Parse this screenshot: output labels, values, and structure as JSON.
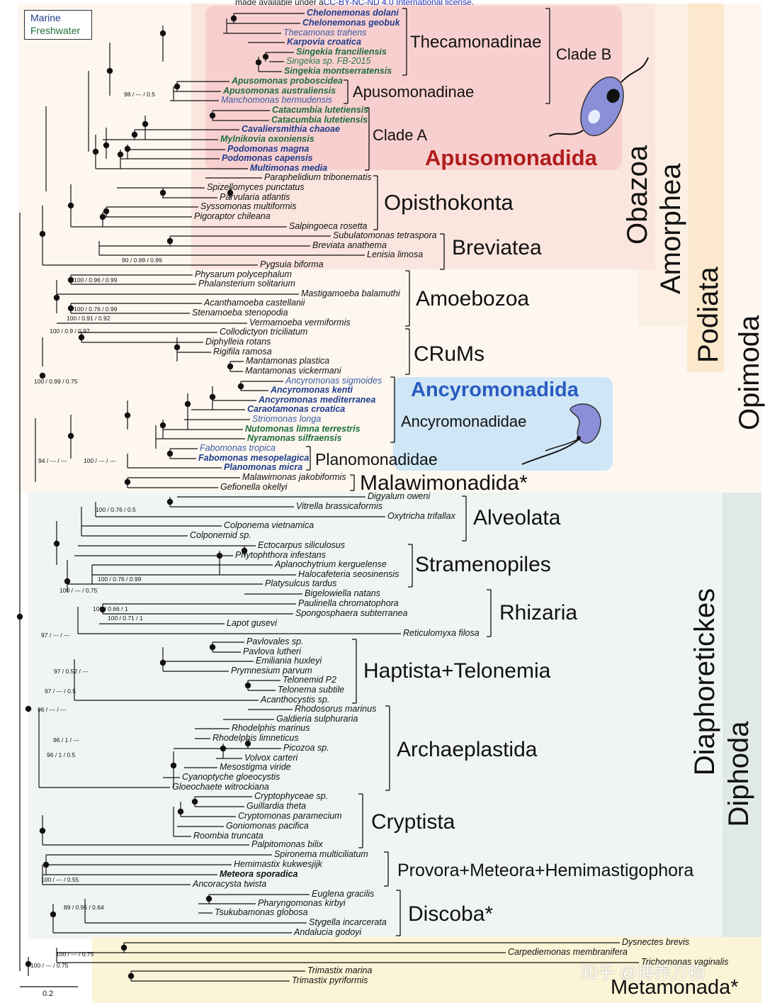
{
  "header": {
    "prefix": "made available under a",
    "license": "CC-BY-NC-ND 4.0 International license."
  },
  "legend": {
    "marine": "Marine",
    "freshwater": "Freshwater",
    "marine_color": "#1f3c8c",
    "freshwater_color": "#1d6e3a"
  },
  "scale": "0.2",
  "watermark": "知乎 @博养万物",
  "clades": {
    "thecamonadinae": "Thecamonadinae",
    "clade_b": "Clade B",
    "apusomonadinae": "Apusomonadinae",
    "clade_a": "Clade A",
    "apusomonadida": "Apusomonadida",
    "opisthokonta": "Opisthokonta",
    "breviatea": "Breviatea",
    "amoebozoa": "Amoebozoa",
    "crums": "CRuMs",
    "ancyromonadida": "Ancyromonadida",
    "ancyromonadidae": "Ancyromonadidae",
    "planomonadidae": "Planomonadidae",
    "malawimonadida": "Malawimonadida*",
    "alveolata": "Alveolata",
    "stramenopiles": "Stramenopiles",
    "rhizaria": "Rhizaria",
    "haptista": "Haptista+Telonemia",
    "archaeplastida": "Archaeplastida",
    "cryptista": "Cryptista",
    "provora": "Provora+Meteora+Hemimastigophora",
    "discoba": "Discoba*",
    "metamonada": "Metamonada*",
    "obazoa": "Obazoa",
    "amorphea": "Amorphea",
    "podiata": "Podiata",
    "opimoda": "Opimoda",
    "diaphoretickes": "Diaphoretickes",
    "diphoda": "Diphoda"
  },
  "colors": {
    "apuso_band": "#f8cfcf",
    "apuso_text": "#b01c1c",
    "ancyro_band": "#cfe6f6",
    "ancyro_text": "#2a5cc0",
    "obazoa_band": "#fbe3dc",
    "amorphea_band": "#fcf0e6",
    "podiata_band": "#fce8cc",
    "opimoda_band": "#fdf6ee",
    "diaph_band": "#eef3f1",
    "diphoda_band": "#dfe9e6",
    "meta_band": "#fbf2cf",
    "cell_purple": "#8a8fd8"
  },
  "taxa": [
    {
      "n": "Chelonemonas dolani",
      "s": "m"
    },
    {
      "n": "Chelonemonas geobuk",
      "s": "m"
    },
    {
      "n": "Thecamonas trahens",
      "s": "mt"
    },
    {
      "n": "Karpovia croatica",
      "s": "m"
    },
    {
      "n": "Singekia franciliensis",
      "s": "f"
    },
    {
      "n": "Singekia sp. FB-2015",
      "s": "ft"
    },
    {
      "n": "Singekia montserratensis",
      "s": "f"
    },
    {
      "n": "Apusomonas proboscidea",
      "s": "f"
    },
    {
      "n": "Apusomonas australiensis",
      "s": "f"
    },
    {
      "n": "Manchomonas bermudensis",
      "s": "mt"
    },
    {
      "n": "Catacumbia lutetiensis",
      "s": "f"
    },
    {
      "n": "Catacumbia lutetiensis",
      "s": "f"
    },
    {
      "n": "Cavaliersmithia chaoae",
      "s": "m"
    },
    {
      "n": "Mylnikovia oxoniensis",
      "s": "f"
    },
    {
      "n": "Podomonas magna",
      "s": "m"
    },
    {
      "n": "Podomonas capensis",
      "s": "m"
    },
    {
      "n": "Multimonas media",
      "s": "m"
    },
    {
      "n": "Paraphelidium tribonematis",
      "s": "k"
    },
    {
      "n": "Spizellomyces punctatus",
      "s": "k"
    },
    {
      "n": "Parvularia atlantis",
      "s": "k"
    },
    {
      "n": "Syssomonas multiformis",
      "s": "k"
    },
    {
      "n": "Pigoraptor chileana",
      "s": "k"
    },
    {
      "n": "Salpingoeca rosetta",
      "s": "k"
    },
    {
      "n": "Subulatomonas tetraspora",
      "s": "k"
    },
    {
      "n": "Breviata anathema",
      "s": "k"
    },
    {
      "n": "Lenisia limosa",
      "s": "k"
    },
    {
      "n": "Pygsuia biforma",
      "s": "k"
    },
    {
      "n": "Physarum polycephalum",
      "s": "k"
    },
    {
      "n": "Phalansterium solitarium",
      "s": "k"
    },
    {
      "n": "Mastigamoeba balamuthi",
      "s": "k"
    },
    {
      "n": "Acanthamoeba castellanii",
      "s": "k"
    },
    {
      "n": "Stenamoeba stenopodia",
      "s": "k"
    },
    {
      "n": "Vermamoeba vermiformis",
      "s": "k"
    },
    {
      "n": "Collodictyon triciliatum",
      "s": "k"
    },
    {
      "n": "Diphylleia rotans",
      "s": "k"
    },
    {
      "n": "Rigifila ramosa",
      "s": "k"
    },
    {
      "n": "Mantamonas plastica",
      "s": "k"
    },
    {
      "n": "Mantamonas vickermani",
      "s": "k"
    },
    {
      "n": "Ancyromonas sigmoides",
      "s": "mt"
    },
    {
      "n": "Ancyromonas kenti",
      "s": "m"
    },
    {
      "n": "Ancyromonas mediterranea",
      "s": "m"
    },
    {
      "n": "Caraotamonas croatica",
      "s": "m"
    },
    {
      "n": "Striomonas longa",
      "s": "mt"
    },
    {
      "n": "Nutomonas limna terrestris",
      "s": "f"
    },
    {
      "n": "Nyramonas silfraensis",
      "s": "f"
    },
    {
      "n": "Fabomonas tropica",
      "s": "mt"
    },
    {
      "n": "Fabomonas mesopelagica",
      "s": "m"
    },
    {
      "n": "Planomonas micra",
      "s": "m"
    },
    {
      "n": "Malawimonas jakobiformis",
      "s": "k"
    },
    {
      "n": "Gefionella okellyi",
      "s": "k"
    },
    {
      "n": "Digyalum oweni",
      "s": "k"
    },
    {
      "n": "Vitrella brassicaformis",
      "s": "k"
    },
    {
      "n": "Oxytricha trifallax",
      "s": "k"
    },
    {
      "n": "Colponema vietnamica",
      "s": "k"
    },
    {
      "n": "Colponemid sp.",
      "s": "k"
    },
    {
      "n": "Ectocarpus siliculosus",
      "s": "k"
    },
    {
      "n": "Phytophthora infestans",
      "s": "k"
    },
    {
      "n": "Aplanochytrium kerguelense",
      "s": "k"
    },
    {
      "n": "Halocafeteria seosinensis",
      "s": "k"
    },
    {
      "n": "Platysulcus tardus",
      "s": "k"
    },
    {
      "n": "Bigelowiella natans",
      "s": "k"
    },
    {
      "n": "Paulinella chromatophora",
      "s": "k"
    },
    {
      "n": "Spongosphaera subterranea",
      "s": "k"
    },
    {
      "n": "Lapot gusevi",
      "s": "k"
    },
    {
      "n": "Reticulomyxa filosa",
      "s": "k"
    },
    {
      "n": "Pavlovales sp.",
      "s": "k"
    },
    {
      "n": "Pavlova lutheri",
      "s": "k"
    },
    {
      "n": "Emiliania huxleyi",
      "s": "k"
    },
    {
      "n": "Prymnesium parvum",
      "s": "k"
    },
    {
      "n": "Telonemid P2",
      "s": "k"
    },
    {
      "n": "Telonema subtile",
      "s": "k"
    },
    {
      "n": "Acanthocystis sp.",
      "s": "k"
    },
    {
      "n": "Rhodosorus marinus",
      "s": "k"
    },
    {
      "n": "Galdieria sulphuraria",
      "s": "k"
    },
    {
      "n": "Rhodelphis marinus",
      "s": "k"
    },
    {
      "n": "Rhodelphis limneticus",
      "s": "k"
    },
    {
      "n": "Picozoa sp.",
      "s": "k"
    },
    {
      "n": "Volvox carteri",
      "s": "k"
    },
    {
      "n": "Mesostigma viride",
      "s": "k"
    },
    {
      "n": "Cyanoptyche gloeocystis",
      "s": "k"
    },
    {
      "n": "Gloeochaete witrockiana",
      "s": "k"
    },
    {
      "n": "Cryptophyceae sp.",
      "s": "k"
    },
    {
      "n": "Guillardia theta",
      "s": "k"
    },
    {
      "n": "Cryptomonas paramecium",
      "s": "k"
    },
    {
      "n": "Goniomonas pacifica",
      "s": "k"
    },
    {
      "n": "Roombia truncata",
      "s": "k"
    },
    {
      "n": "Palpitomonas bilix",
      "s": "k"
    },
    {
      "n": "Spironema multiciliatum",
      "s": "k"
    },
    {
      "n": "Hemimastix kukwesjijk",
      "s": "k"
    },
    {
      "n": "Meteora sporadica",
      "s": "kb"
    },
    {
      "n": "Ancoracysta twista",
      "s": "k"
    },
    {
      "n": "Euglena gracilis",
      "s": "k"
    },
    {
      "n": "Pharyngomonas kirbyi",
      "s": "k"
    },
    {
      "n": "Tsukubamonas globosa",
      "s": "k"
    },
    {
      "n": "Stygella incarcerata",
      "s": "k"
    },
    {
      "n": "Andalucia godoyi",
      "s": "k"
    },
    {
      "n": "Dysnectes brevis",
      "s": "k"
    },
    {
      "n": "Carpediemonas membranifera",
      "s": "k"
    },
    {
      "n": "Trichomonas vaginalis",
      "s": "k"
    },
    {
      "n": "Trimastix marina",
      "s": "k"
    },
    {
      "n": "Trimastix pyriformis",
      "s": "k"
    }
  ],
  "supports": [
    "98 / --- / 0.5",
    "90 / 0.99 / 0.99",
    "100 / 0.96 / 0.99",
    "100 / 0.76 / 0.99",
    "100 / 0.91 / 0.92",
    "100 / 0.9 / 0.97",
    "100 / 0.99 / 0.75",
    "94 / --- / ---",
    "100 / --- / ---",
    "100 / 0.76 / 0.5",
    "100 / 0.76 / 0.99",
    "100 / --- / 0.75",
    "100 / 0.66 / 1",
    "100 / 0.71 / 1",
    "97 / --- / ---",
    "97 / 0.52 / ---",
    "97 / --- / 0.5",
    "96 / --- / ---",
    "96 / 1 / ---",
    "96 / 1 / 0.5",
    "100 / --- / 0.55",
    "89 / 0.95 / 0.64",
    "100 / --- / 0.75",
    "100 / --- / 0.75"
  ]
}
